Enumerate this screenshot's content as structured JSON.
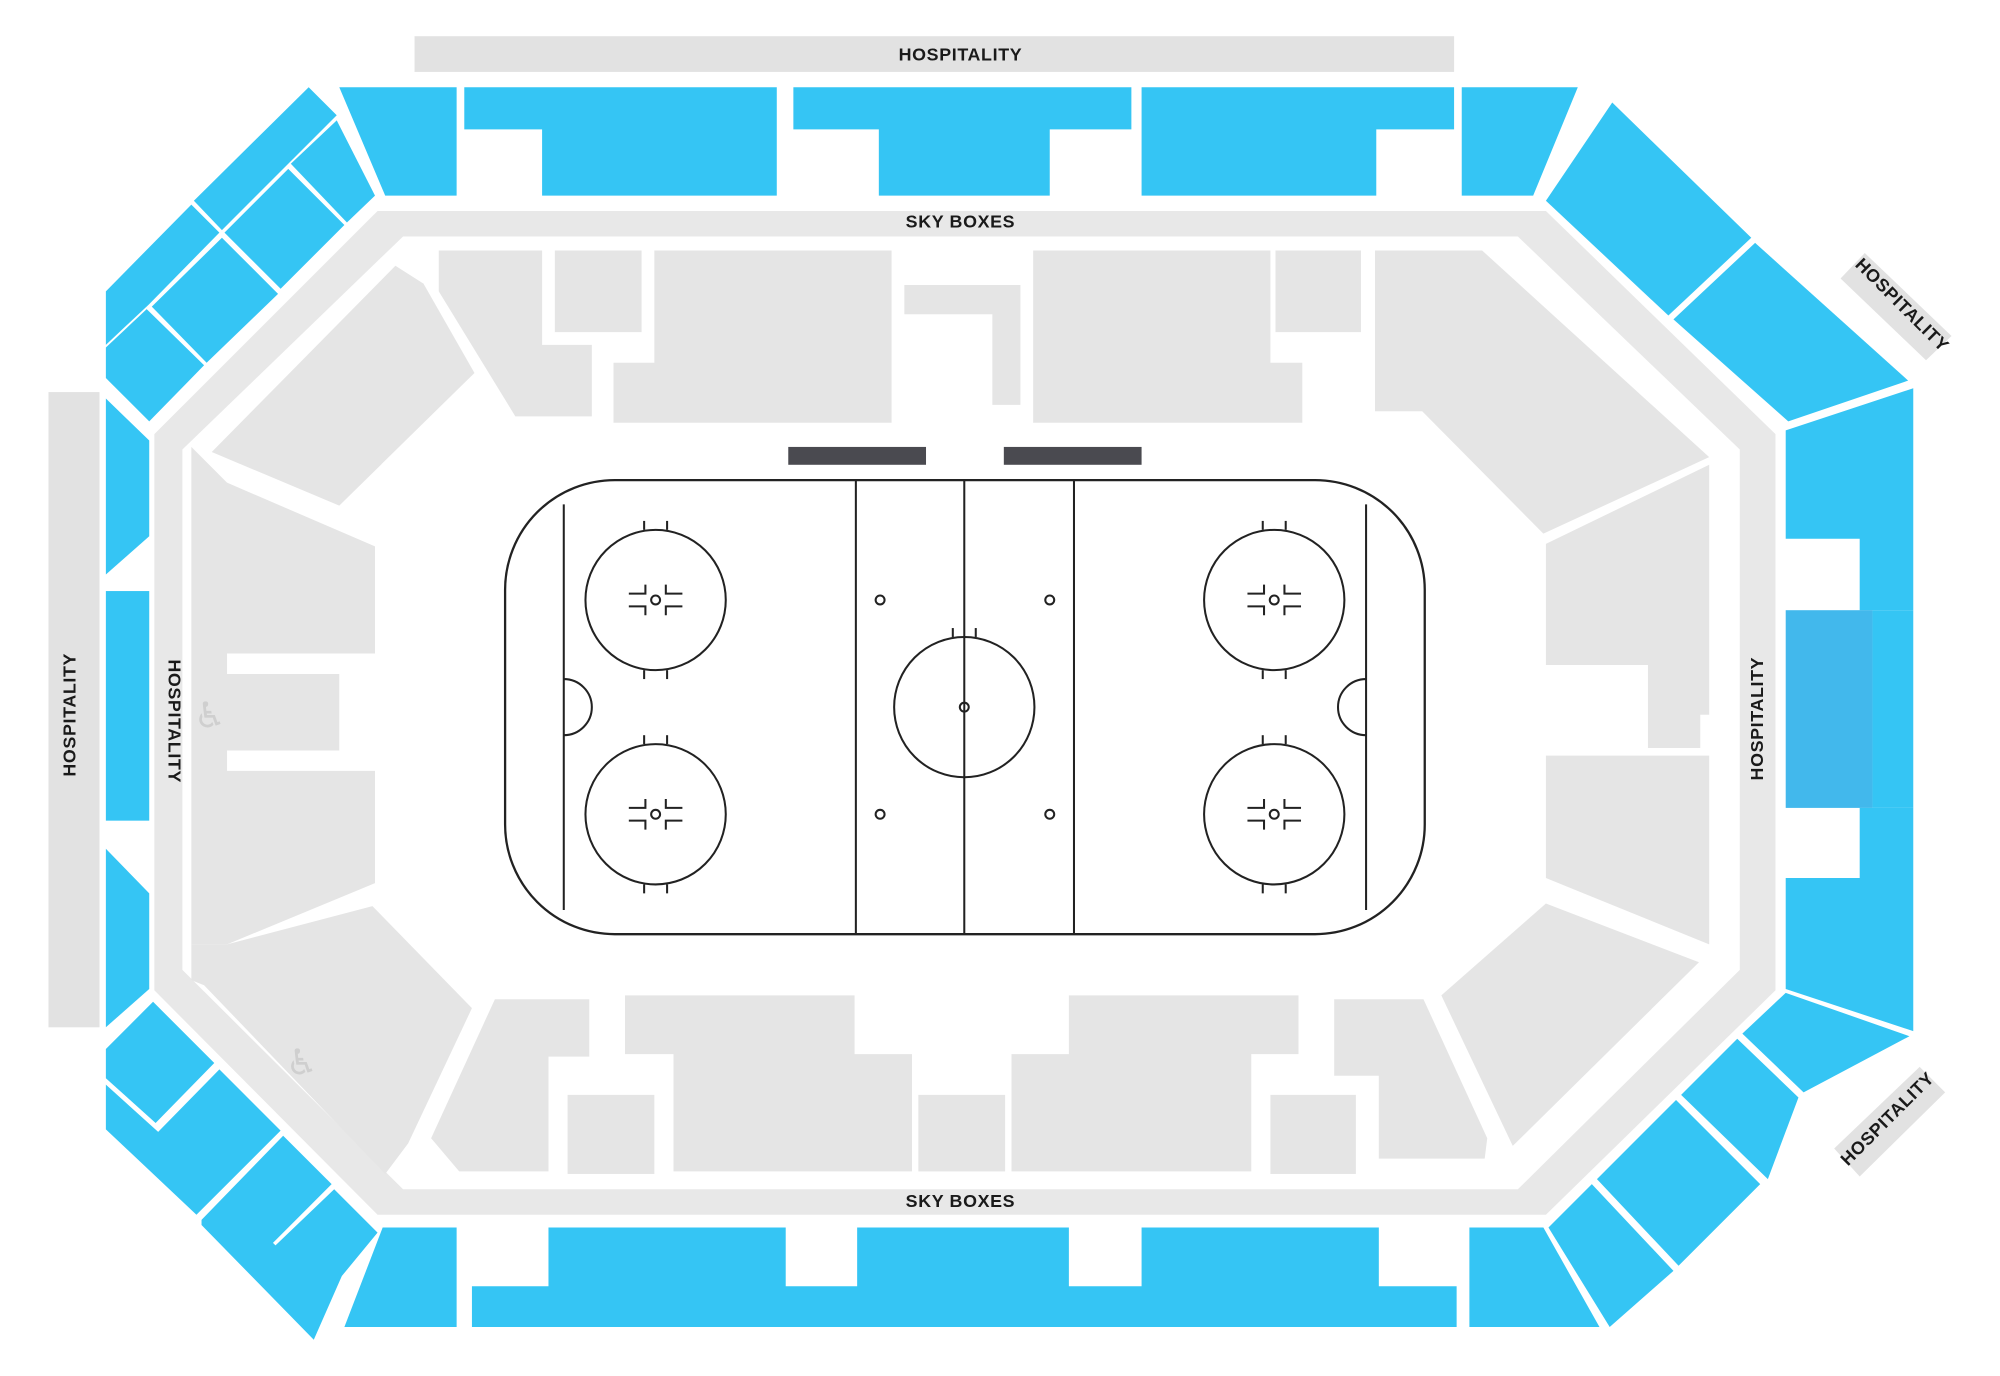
{
  "colors": {
    "seating_section": "#35c5f4",
    "seating_section_selected": "#42b8ec",
    "lower_bowl": "#e5e5e5",
    "concourse_ring": "#e8e8e8",
    "hospitality_area": "#e2e2e2",
    "player_bench": "#4a4a50",
    "rink_ice": "#ffffff",
    "rink_lines": "#222222"
  },
  "labels": {
    "hospitality": "HOSPITALITY",
    "sky_boxes": "SKY BOXES"
  },
  "icons": {
    "accessibility": "♿"
  },
  "map": {
    "sections": [
      "top-1",
      "top-2",
      "top-3",
      "top-4",
      "top-5",
      "top-left-corner-1",
      "top-left-corner-2",
      "top-left-corner-3",
      "top-left-corner-4",
      "top-left-corner-5",
      "left-1",
      "left-2",
      "left-3",
      "bottom-left-corner-1",
      "bottom-left-corner-2",
      "bottom-left-corner-3",
      "bottom-1",
      "bottom-2",
      "bottom-3",
      "bottom-4",
      "bottom-5",
      "bottom-right-corner-1",
      "bottom-right-corner-2",
      "bottom-right-corner-3",
      "bottom-right-corner-4",
      "right-upper",
      "right-middle",
      "right-lower",
      "top-right-corner-1",
      "top-right-corner-2"
    ]
  }
}
